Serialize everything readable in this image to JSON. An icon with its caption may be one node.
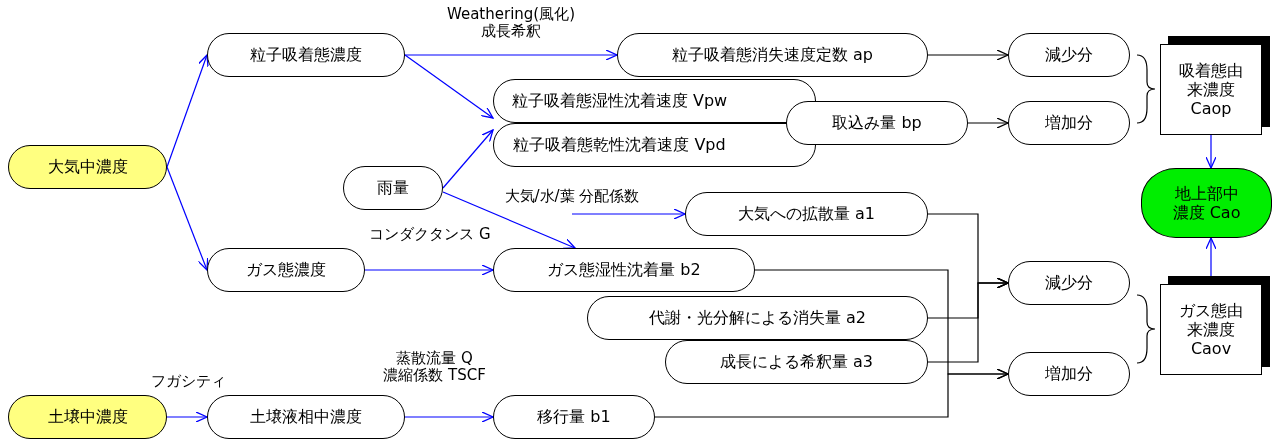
{
  "diagram": {
    "nodes": [
      {
        "text": [
          "大気中濃度"
        ]
      },
      {
        "text": [
          "粒子吸着態濃度"
        ]
      },
      {
        "text": [
          "粒子吸着態消失速度定数 ap"
        ]
      },
      {
        "text": [
          "粒子吸着態湿性沈着速度 Vpw"
        ]
      },
      {
        "text": [
          "粒子吸着態乾性沈着速度 Vpd"
        ]
      },
      {
        "text": [
          "取込み量 bp"
        ]
      },
      {
        "text": [
          "減少分"
        ]
      },
      {
        "text": [
          "増加分"
        ]
      },
      {
        "text": [
          "吸着態由来濃度 Caop"
        ]
      },
      {
        "text": [
          "地上部中濃度 Cao"
        ]
      },
      {
        "text": [
          "雨量"
        ]
      },
      {
        "text": [
          "大気への拡散量 a1"
        ]
      },
      {
        "text": [
          "ガス態濃度"
        ]
      },
      {
        "text": [
          "ガス態湿性沈着量 b2"
        ]
      },
      {
        "text": [
          "代謝・光分解による消失量 a2"
        ]
      },
      {
        "text": [
          "成長による希釈量 a3"
        ]
      },
      {
        "text": [
          "減少分"
        ]
      },
      {
        "text": [
          "増加分"
        ]
      },
      {
        "text": [
          "ガス態由来濃度 Caov"
        ]
      },
      {
        "text": [
          "土壌中濃度"
        ]
      },
      {
        "text": [
          "土壌液相中濃度"
        ]
      },
      {
        "text": [
          "移行量 b1"
        ]
      }
    ],
    "edges": [
      {
        "from": 0,
        "to": 1,
        "arrow": "to"
      },
      {
        "from": 0,
        "to": 12,
        "arrow": "to"
      },
      {
        "from": 1,
        "to": 2,
        "arrow": "to",
        "label": "Weathering(風化) 成長希釈"
      },
      {
        "from": 1,
        "to": 3,
        "arrow": "to"
      },
      {
        "from": 10,
        "to": 4,
        "arrow": "to"
      },
      {
        "from": 10,
        "to": 13,
        "arrow": "to"
      },
      {
        "from": null,
        "to": 11,
        "arrow": "to",
        "label": "大気/水/葉 分配係数"
      },
      {
        "from": 12,
        "to": 13,
        "arrow": "to",
        "label": "コンダクタンス G"
      },
      {
        "from": 19,
        "to": 20,
        "arrow": "to",
        "label": "フガシティ"
      },
      {
        "from": 20,
        "to": 21,
        "arrow": "to",
        "label": "蒸散流量 Q 濃縮係数 TSCF"
      },
      {
        "from": 2,
        "to": 6,
        "arrow": "to",
        "color": "#000000"
      },
      {
        "from": 5,
        "to": 7,
        "arrow": "to",
        "color": "#000000"
      },
      {
        "from": 8,
        "to": 9,
        "arrow": "to"
      },
      {
        "from": 18,
        "to": 9,
        "arrow": "to"
      },
      {
        "from": 11,
        "to": 16,
        "arrow": "to",
        "color": "#000000"
      },
      {
        "from": 14,
        "to": 16,
        "arrow": "to",
        "color": "#000000"
      },
      {
        "from": 15,
        "to": 16,
        "arrow": "to",
        "color": "#000000"
      },
      {
        "from": 13,
        "to": 17,
        "arrow": "to",
        "color": "#000000"
      },
      {
        "from": 21,
        "to": 17,
        "arrow": "to",
        "color": "#000000"
      }
    ]
  }
}
